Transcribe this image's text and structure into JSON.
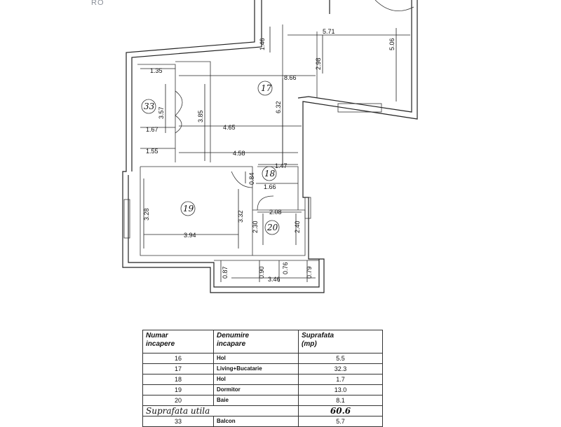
{
  "logo_text": "RO",
  "rooms": {
    "r17": "17",
    "r33": "33",
    "r18": "18",
    "r19": "19",
    "r20": "20"
  },
  "dimensions": {
    "d571": "5.71",
    "d146": "1.46",
    "d298": "2.98",
    "d506": "5.06",
    "d135": "1.35",
    "d866": "8.66",
    "d357": "3.57",
    "d385": "3.85",
    "d632": "6.32",
    "d167": "1.67",
    "d465": "4.65",
    "d155": "1.55",
    "d458": "4.58",
    "d147": "1.47",
    "d084": "0.84",
    "d166": "1.66",
    "d328": "3.28",
    "d332": "3.32",
    "d208": "2.08",
    "d230": "2.30",
    "d240": "2.40",
    "d394": "3.94",
    "d087": "0.87",
    "d090": "0.90",
    "d076": "0.76",
    "d079": "0.79",
    "d346": "3.46"
  },
  "table": {
    "headers": {
      "nr_line1": "Numar",
      "nr_line2": "incapere",
      "name_line1": "Denumire",
      "name_line2": "incapare",
      "area_line1": "Suprafata",
      "area_line2": "(mp)"
    },
    "rows": [
      {
        "nr": "16",
        "name": "Hol",
        "area": "5.5"
      },
      {
        "nr": "17",
        "name": "Living+Bucatarie",
        "area": "32.3"
      },
      {
        "nr": "18",
        "name": "Hol",
        "area": "1.7"
      },
      {
        "nr": "19",
        "name": "Dormitor",
        "area": "13.0"
      },
      {
        "nr": "20",
        "name": "Baie",
        "area": "8.1"
      }
    ],
    "total_label": "Suprafata utila",
    "total_value": "60.6",
    "extra_row": {
      "nr": "33",
      "name": "Balcon",
      "area": "5.7"
    }
  }
}
